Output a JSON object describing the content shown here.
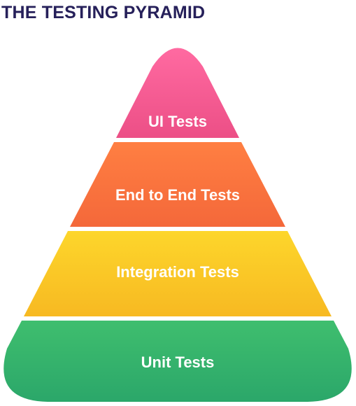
{
  "title": "THE TESTING PYRAMID",
  "layers": [
    {
      "label": "UI Tests",
      "color_top": "#ff6aa1",
      "color_bottom": "#ec4f86"
    },
    {
      "label": "End to End Tests",
      "color_top": "#ff7f42",
      "color_bottom": "#f4683a"
    },
    {
      "label": "Integration Tests",
      "color_top": "#fdd62b",
      "color_bottom": "#f7b922"
    },
    {
      "label": "Unit Tests",
      "color_top": "#3fbe6e",
      "color_bottom": "#2ba76a"
    }
  ]
}
